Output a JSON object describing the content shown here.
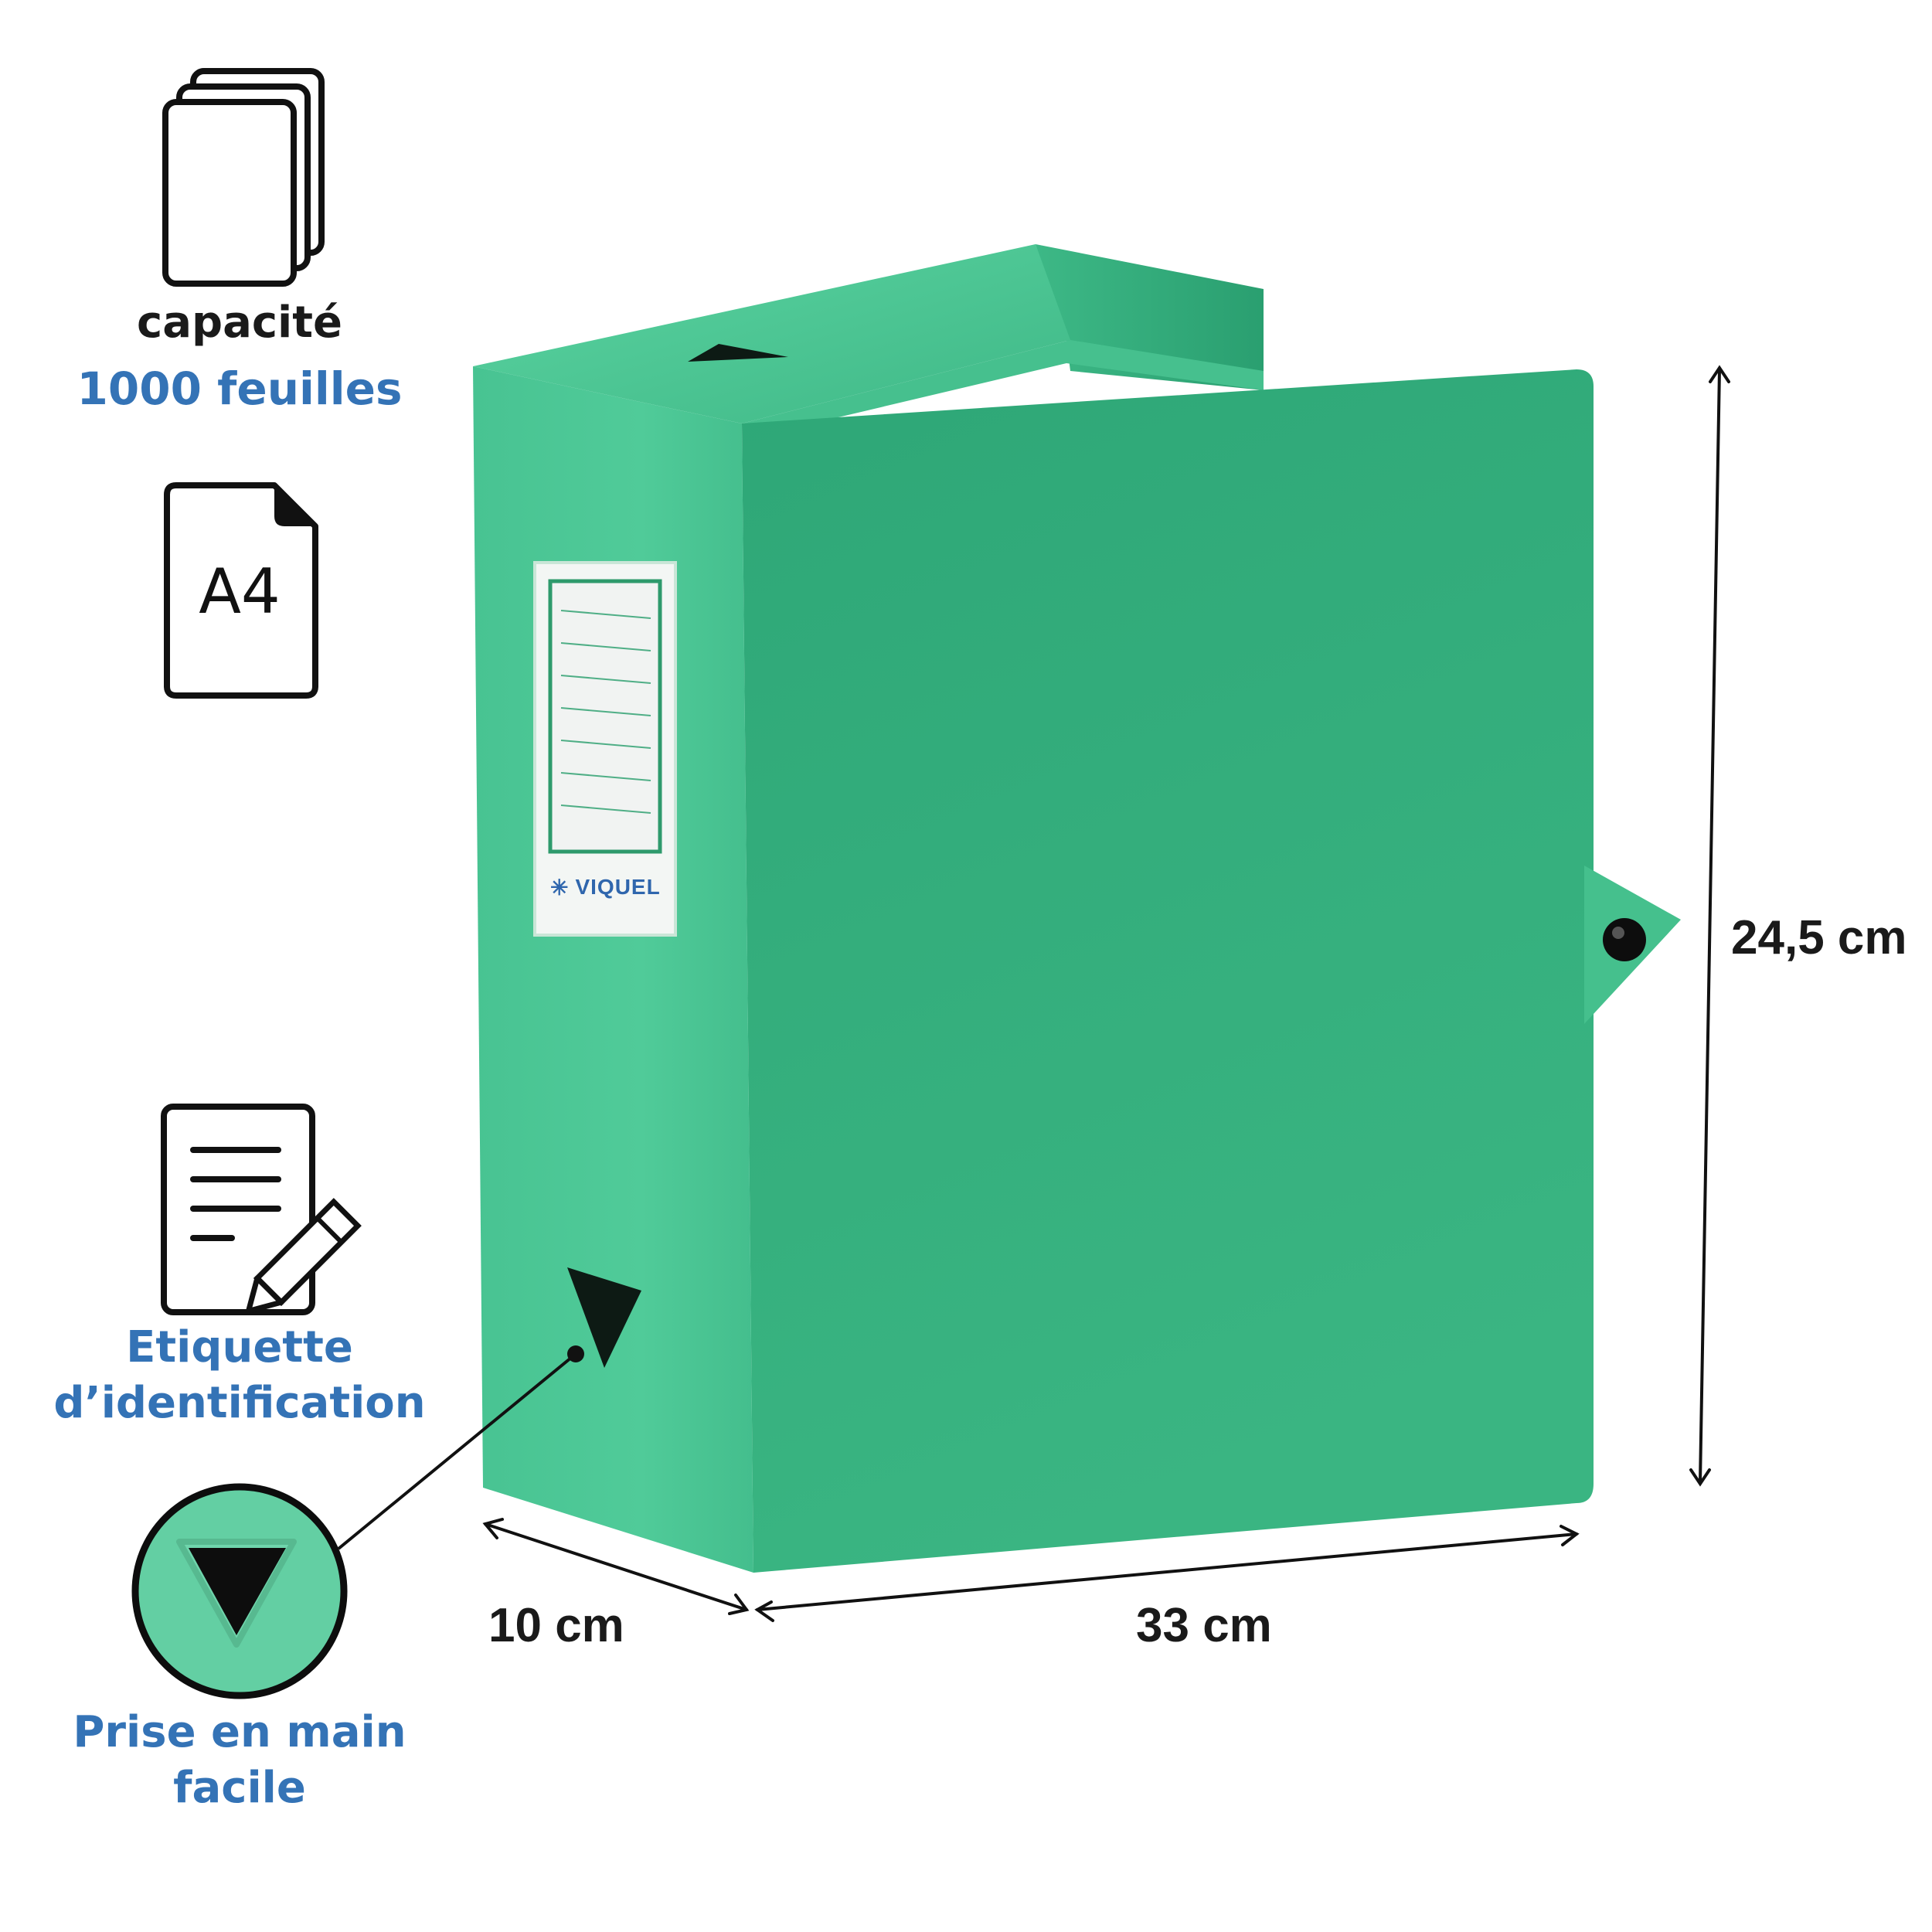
{
  "product": {
    "brand": "VIQUEL",
    "color": "#3ab07f"
  },
  "features": {
    "capacity": {
      "label": "capacité",
      "value": "1000 feuilles",
      "icon": "stacked-sheets-icon"
    },
    "format": {
      "label": "A4",
      "icon": "a4-document-icon"
    },
    "label_window": {
      "label": "Etiquette d’identification",
      "line1": "Etiquette",
      "line2": "d’identification",
      "icon": "document-pencil-icon"
    },
    "grip": {
      "line1": "Prise en main",
      "line2": "facile",
      "icon": "triangle-grip-icon"
    }
  },
  "dimensions": {
    "depth": "10 cm",
    "width": "33 cm",
    "height": "24,5 cm"
  },
  "colors": {
    "accent_blue": "#3473b6",
    "box_green": "#3ab07f",
    "text_dark": "#1a1a1a"
  }
}
